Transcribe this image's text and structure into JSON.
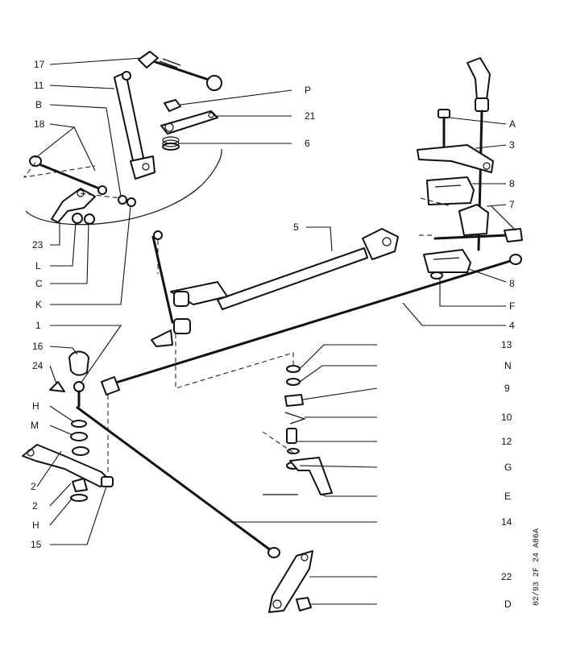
{
  "colors": {
    "ink": "#111111",
    "paper": "#ffffff"
  },
  "reference_code": "02/93  2F  24 A06A",
  "labels": {
    "l17": "17",
    "l11": "11",
    "lB": "B",
    "l18": "18",
    "l23": "23",
    "lL": "L",
    "lC": "C",
    "lK": "K",
    "l1": "1",
    "l16": "16",
    "l24": "24",
    "lH1": "H",
    "lM": "M",
    "l2a": "2",
    "l2b": "2",
    "lH2": "H",
    "l15": "15",
    "lP": "P",
    "l21": "21",
    "l6": "6",
    "l5": "5",
    "lA": "A",
    "l3": "3",
    "l8a": "8",
    "l7": "7",
    "l8b": "8",
    "lF": "F",
    "l4": "4",
    "l13": "13",
    "lN": "N",
    "l9": "9",
    "l10": "10",
    "l12": "12",
    "lG": "G",
    "lE": "E",
    "l14": "14",
    "l22": "22",
    "lD": "D"
  }
}
